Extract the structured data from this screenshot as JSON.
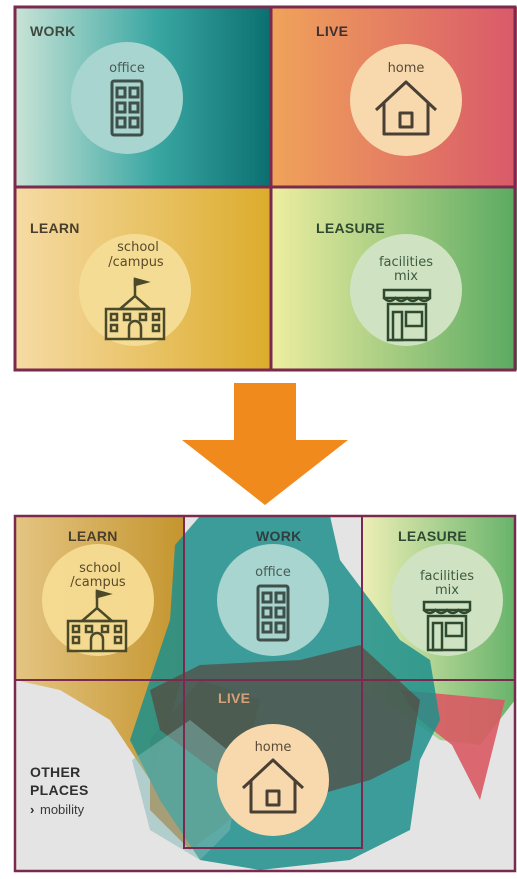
{
  "top_grid": {
    "work": {
      "title": "WORK",
      "icon_label": "office",
      "icon": "office-building-icon"
    },
    "live": {
      "title": "LIVE",
      "icon_label": "home",
      "icon": "house-icon"
    },
    "learn": {
      "title": "LEARN",
      "icon_label_line1": "school",
      "icon_label_line2": "/campus",
      "icon": "school-building-icon"
    },
    "leisure": {
      "title": "LEASURE",
      "icon_label_line1": "facilities",
      "icon_label_line2": "mix",
      "icon": "storefront-icon"
    }
  },
  "arrow": {
    "icon": "down-arrow-icon",
    "color": "#f08a1c"
  },
  "bottom_grid": {
    "learn": {
      "title": "LEARN",
      "icon_label_line1": "school",
      "icon_label_line2": "/campus"
    },
    "work": {
      "title": "WORK",
      "icon_label": "office"
    },
    "leisure": {
      "title": "LEASURE",
      "icon_label_line1": "facilities",
      "icon_label_line2": "mix"
    },
    "live": {
      "title": "LIVE",
      "icon_label": "home"
    },
    "other_places": {
      "line1": "OTHER",
      "line2": "PLACES",
      "line3": "mobility",
      "bullet": "›"
    }
  },
  "colors": {
    "frame": "#7a2a4e",
    "work_teal": "#1a8a8a",
    "live_red": "#d95d5a",
    "learn_gold": "#dcae3a",
    "leisure_green": "#5aaa62",
    "circle_teal": "#a8d5cf",
    "circle_peach": "#f7d9ad",
    "circle_yellow": "#f5dc94",
    "circle_green": "#cfe3c3",
    "icon_dark": "#4a4a2a"
  }
}
